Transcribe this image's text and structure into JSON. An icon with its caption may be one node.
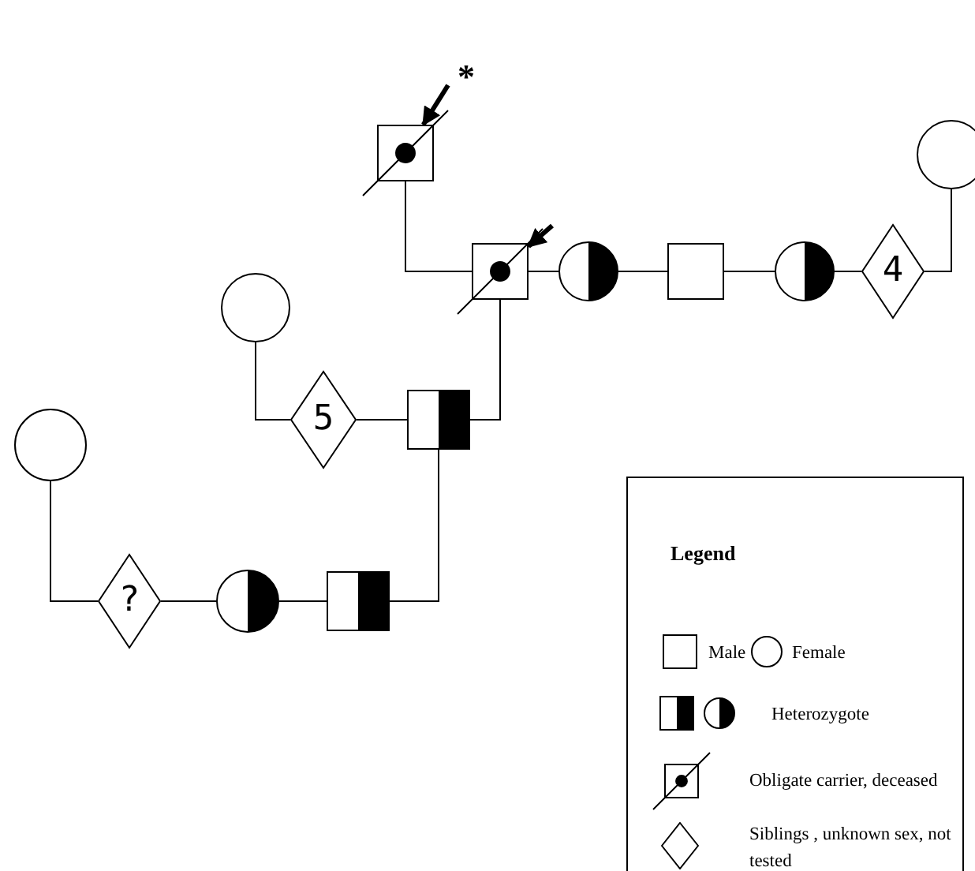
{
  "diagram": {
    "nodes": [
      {
        "text": [],
        "shape": "box"
      },
      {
        "text": [],
        "shape": "box"
      },
      {
        "text": [],
        "shape": "circle"
      },
      {
        "text": [],
        "shape": "box"
      },
      {
        "text": [],
        "shape": "circle"
      },
      {
        "text": [
          "4"
        ]
      },
      {
        "text": [],
        "shape": "circle"
      },
      {
        "text": [],
        "shape": "circle"
      },
      {
        "text": [
          "5"
        ]
      },
      {
        "text": [],
        "shape": "box"
      },
      {
        "text": [],
        "shape": "circle"
      },
      {
        "text": [
          "?"
        ]
      },
      {
        "text": [],
        "shape": "circle"
      },
      {
        "text": [],
        "shape": "box"
      }
    ],
    "edges": [
      {
        "from": null,
        "to": 0,
        "arrow": "to",
        "style": "thick"
      },
      {
        "from": null,
        "to": 1,
        "arrow": "to",
        "style": "thick"
      },
      {
        "from": 0,
        "to": 1,
        "arrow": "none"
      },
      {
        "from": 1,
        "to": 2,
        "arrow": "none"
      },
      {
        "from": 2,
        "to": 3,
        "arrow": "none"
      },
      {
        "from": 3,
        "to": 4,
        "arrow": "none"
      },
      {
        "from": 4,
        "to": 5,
        "arrow": "none"
      },
      {
        "from": 5,
        "to": 6,
        "arrow": "none"
      },
      {
        "from": 1,
        "to": 9,
        "arrow": "none"
      },
      {
        "from": 9,
        "to": 8,
        "arrow": "none"
      },
      {
        "from": 8,
        "to": 7,
        "arrow": "none"
      },
      {
        "from": 9,
        "to": 13,
        "arrow": "none"
      },
      {
        "from": 13,
        "to": 12,
        "arrow": "none"
      },
      {
        "from": 12,
        "to": 11,
        "arrow": "none"
      },
      {
        "from": 11,
        "to": 10,
        "arrow": "none"
      }
    ],
    "labels": [
      "*",
      "Legend"
    ],
    "legend": [
      {
        "text": "Male"
      },
      {
        "text": "Female"
      },
      {
        "text": "Heterozygote"
      },
      {
        "text": "Obligate carrier, deceased"
      },
      {
        "text": "Siblings , unknown sex, not tested"
      }
    ]
  }
}
